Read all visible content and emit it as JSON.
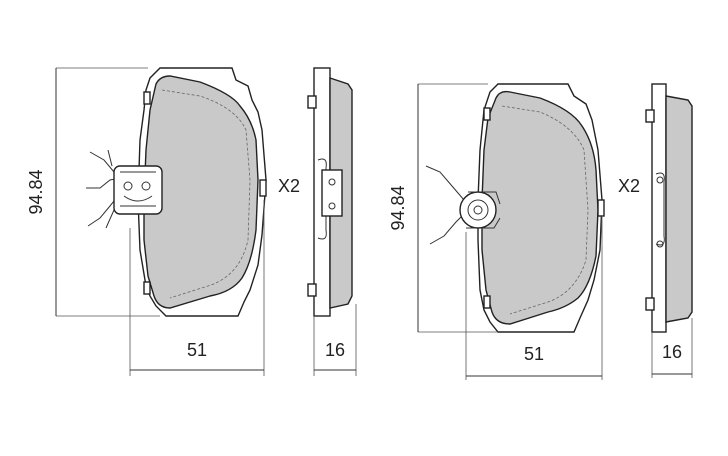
{
  "diagrams": [
    {
      "height_label": "94.84",
      "width_label": "51",
      "thickness_label": "16",
      "quantity_label": "X2"
    },
    {
      "height_label": "94.84",
      "width_label": "51",
      "thickness_label": "16",
      "quantity_label": "X2"
    }
  ],
  "colors": {
    "pad_fill": "#c9c9c9",
    "outline": "#222222"
  }
}
